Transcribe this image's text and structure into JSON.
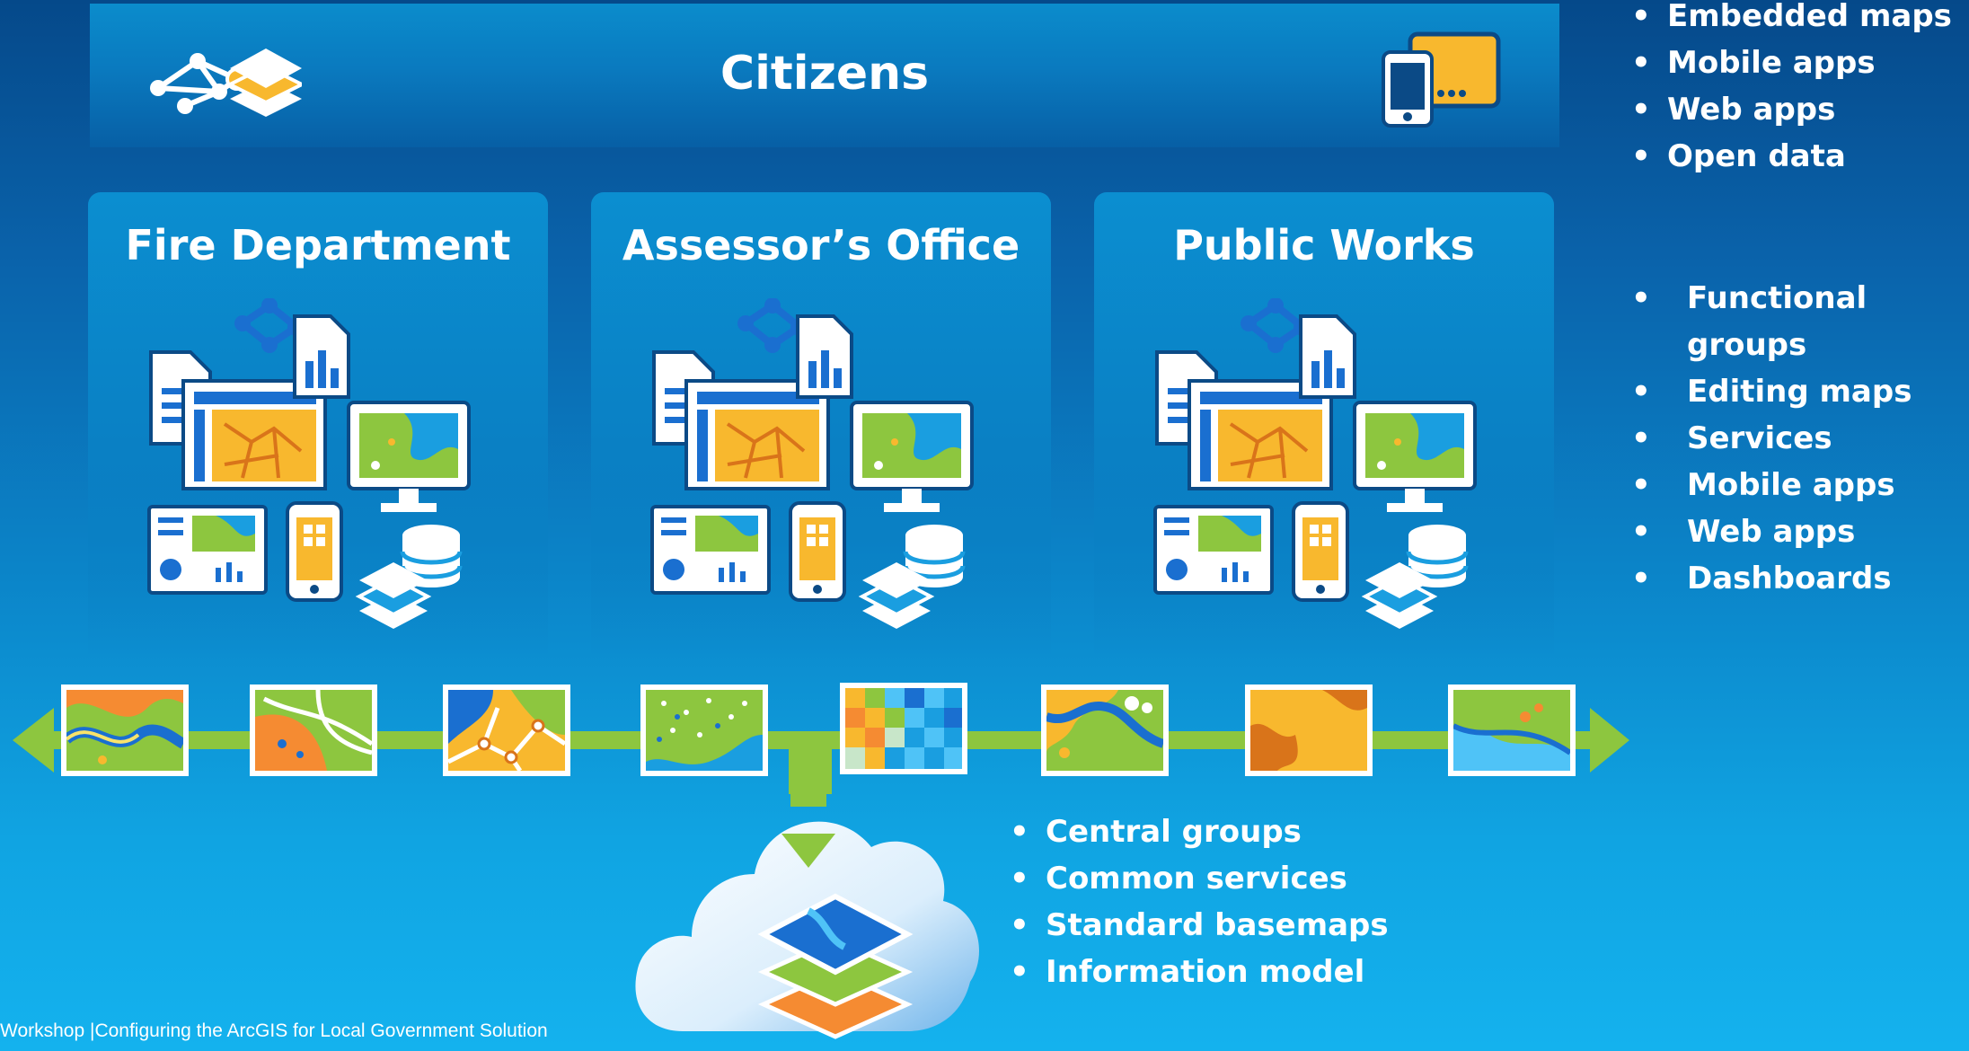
{
  "header": {
    "title": "Citizens"
  },
  "citizen_bullets": [
    "Embedded maps",
    "Mobile apps",
    "Web apps",
    "Open data"
  ],
  "departments": [
    {
      "title": "Fire Department"
    },
    {
      "title": "Assessor’s Office"
    },
    {
      "title": "Public Works"
    }
  ],
  "department_bullets": [
    "Functional groups",
    "Editing maps",
    "Services",
    "Mobile apps",
    "Web apps",
    "Dashboards"
  ],
  "central_bullets": [
    "Central groups",
    "Common services",
    "Standard basemaps",
    "Information model"
  ],
  "footer": {
    "text": "Workshop |Configuring the ArcGIS for Local Government Solution"
  },
  "colors": {
    "accent_green": "#8dc63f",
    "accent_yellow": "#f8b82e",
    "icon_blue": "#1a6fd0"
  },
  "icons": {
    "header_left": "network-layers-icon",
    "header_right": "mobile-tablet-icon",
    "dept_cluster": [
      "document-icon",
      "network-icon",
      "chart-document-icon",
      "map-window-icon",
      "monitor-map-icon",
      "dashboard-icon",
      "phone-app-icon",
      "database-layers-icon"
    ],
    "cloud": "cloud-layers-icon"
  },
  "map_strip": {
    "thumbnails": [
      "map-thumb-1",
      "map-thumb-2",
      "map-thumb-3",
      "map-thumb-4",
      "map-thumb-5",
      "map-thumb-6",
      "map-thumb-7",
      "map-thumb-8"
    ]
  }
}
